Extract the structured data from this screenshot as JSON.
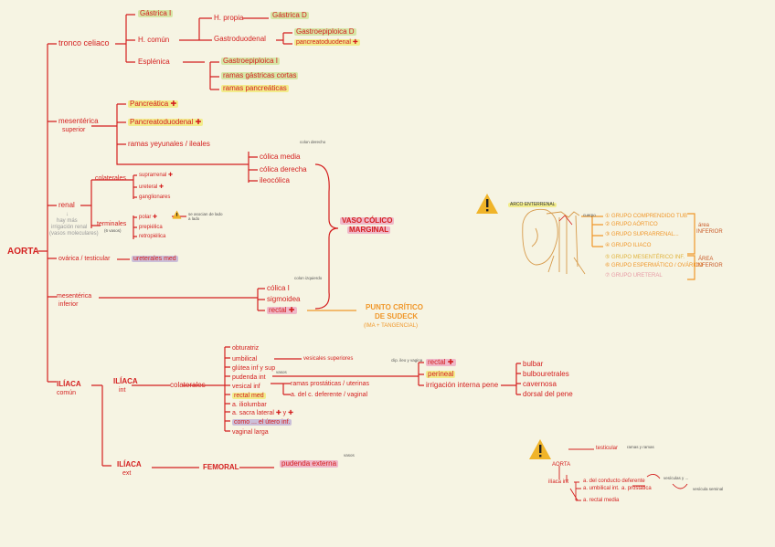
{
  "colors": {
    "red": "#d41f1f",
    "orange": "#f0972a",
    "green_hl": "#d6e6a6",
    "yellow_hl": "#f2ec8c",
    "pink_hl": "#efb8c9",
    "purple_hl": "#cbbfd9",
    "background": "#f6f4e3"
  },
  "root": "AORTA",
  "tronco_celiaco": {
    "label": "tronco celiaco",
    "gastrica_i": "Gástrica I",
    "h_comun": "H. común",
    "h_propia": "H. propia",
    "gastrica_d": "Gástrica D",
    "gastroduodenal": "Gastroduodenal",
    "gastroepiploica_d": "Gastroepiploica D",
    "pancreatoduodenal": "pancreatoduodenal ✚",
    "esplenica": "Esplénica",
    "gastroepiploica_i": "Gastroepiploica I",
    "ramas_gastricas": "ramas gástricas cortas",
    "ramas_pancreaticas": "ramas pancreáticas"
  },
  "mesenterica_sup": {
    "label": "mesentérica",
    "label2": "superior",
    "pancreatica": "Pancreática ✚",
    "pancreatoduodenal": "Pancreatoduodenal ✚",
    "ramas_yeyunales": "ramas yeyunales / ileales",
    "colon_derecho": "colon derecho",
    "colica_media": "cólica media",
    "colica_derecha": "cólica derecha",
    "ileocolica": "ileocólica"
  },
  "renal": {
    "label": "renal",
    "note1": "↓",
    "note2": "hay más",
    "note3": "irrigación renal",
    "note4": "(vasos moleculares)",
    "colaterales": "colaterales",
    "suprarrenal": "suprarrenal ✚",
    "ureteral": "ureteral ✚",
    "ganglionares": "ganglionares",
    "terminales": "terminales",
    "terminales_note": "(6 vasos)",
    "polar": "polar ✚",
    "polar_note": "se asocian de lado a lado",
    "prepielica": "prepiélica",
    "retropielica": "retropiélica"
  },
  "ovarica": {
    "label": "ovárica / testicular",
    "ureterales": "ureterales med"
  },
  "vaso_colico": {
    "line1": "VASO CÓLICO",
    "line2": "MARGINAL"
  },
  "mesenterica_inf": {
    "label": "mesentérica",
    "label2": "inferior",
    "colon_izquierdo": "colon izquierdo",
    "colica_i": "cólica I",
    "sigmoidea": "sigmoidea",
    "rectal": "rectal ✚"
  },
  "punto_critico": {
    "line1": "PUNTO CRÍTICO",
    "line2": "DE SUDECK",
    "line3": "(IMA + TANGENCIAL)"
  },
  "iliaca": {
    "comun": "ILÍACA",
    "comun2": "común",
    "int": "ILÍACA",
    "int2": "int",
    "colaterales": "colaterales",
    "ext": "ILÍACA",
    "ext2": "ext",
    "femoral": "FEMORAL",
    "pudenda_externa": "pudenda externa",
    "pudenda_note": "vasos",
    "items": [
      "obturatriz",
      "umbilical",
      "glútea inf y sup",
      "pudenda int",
      "vesical inf",
      "rectal med",
      "a. iliolumbar",
      "a. sacra lateral ✚ y ✚",
      "como ... el útero inf.",
      "vaginal larga"
    ],
    "vesicales_superiores": "vesicales superiores",
    "ramas_prostaticas": "ramas prostáticas / uterinas",
    "a_del_c": "a. del c. deferente / vaginal",
    "note_clip": "clip. ileo y vagina",
    "rectal": "rectal ✚",
    "perineal": "perineal",
    "irrigacion": "irrigación interna pene",
    "bulbar": "bulbar",
    "bulbouretrales": "bulbouretrales",
    "cavernosa": "cavernosa",
    "dorsal": "dorsal del pene"
  },
  "arco": {
    "title": "ARCO ENTERRENAL",
    "sub": "cuerpo",
    "g1": "① GRUPO COMPRENDIDO TUB",
    "g2": "② GRUPO AÓRTICO",
    "g3": "③ GRUPO SUPRARRENAL...",
    "g4": "④ GRUPO ILIACO",
    "g5": "⑤ GRUPO MESENTÉRICO INF.",
    "g6": "⑥ GRUPO ESPERMÁTICO / OVÁRICO",
    "g7": "⑦ GRUPO URETERAL",
    "area_a": "área",
    "area_a2": "INFERIOR",
    "area_b": "ÁREA",
    "area_b2": "INFERIOR"
  },
  "bottom": {
    "aorta": "AORTA",
    "testicular": "testicular",
    "testicular_note": "ramas y ramas",
    "iliaca_int": "ilíaca int",
    "a_del_conducto": "a. del conducto deferente",
    "a_umbilical": "a. umbilical int.",
    "a_prostatica": "a. prostática",
    "a_rectal": "a. rectal media",
    "note1": "vesículas y ...",
    "note2": "vesícula seminal"
  }
}
